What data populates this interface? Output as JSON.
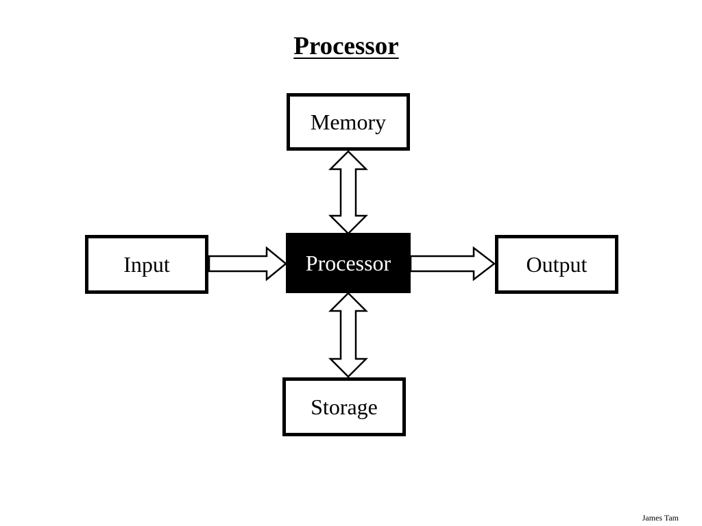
{
  "slide": {
    "title": "Processor",
    "footer": "James Tam"
  },
  "diagram": {
    "nodes": {
      "memory": "Memory",
      "input": "Input",
      "processor": "Processor",
      "output": "Output",
      "storage": "Storage"
    },
    "edges": [
      {
        "from": "memory",
        "to": "processor",
        "direction": "both"
      },
      {
        "from": "input",
        "to": "processor",
        "direction": "one-way"
      },
      {
        "from": "processor",
        "to": "output",
        "direction": "one-way"
      },
      {
        "from": "processor",
        "to": "storage",
        "direction": "both"
      }
    ]
  }
}
